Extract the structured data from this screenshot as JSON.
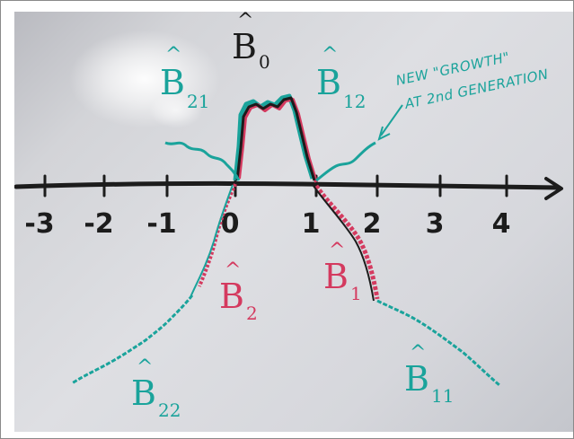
{
  "axis": {
    "tick_labels": [
      "-3",
      "-2",
      "-1",
      "0",
      "1",
      "2",
      "3",
      "4"
    ]
  },
  "labels": {
    "b0": {
      "letter": "B",
      "subscript": "0"
    },
    "b21": {
      "letter": "B",
      "subscript": "21"
    },
    "b12": {
      "letter": "B",
      "subscript": "12"
    },
    "b2": {
      "letter": "B",
      "subscript": "2"
    },
    "b1": {
      "letter": "B",
      "subscript": "1"
    },
    "b22": {
      "letter": "B",
      "subscript": "22"
    },
    "b11": {
      "letter": "B",
      "subscript": "11"
    }
  },
  "annotation": {
    "line1": "NEW \"GROWTH\"",
    "line2": "AT 2nd GENERATION"
  },
  "colors": {
    "black_marker": "#1c1c1c",
    "teal_marker": "#1aa39b",
    "red_marker": "#d43a5f",
    "whiteboard": "#d8d9dd",
    "frame_border": "#8a8a8a"
  }
}
